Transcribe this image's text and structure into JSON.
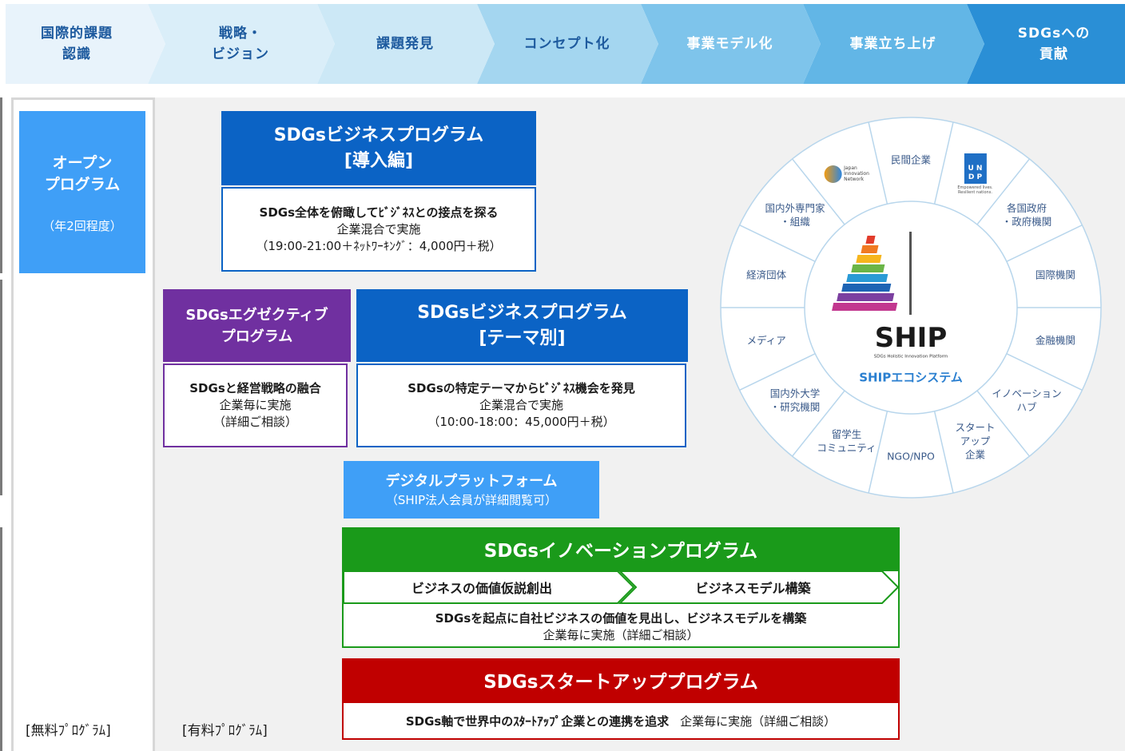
{
  "steps": [
    {
      "label": "国際的課題\n認識",
      "color": "#e8f3fb",
      "text_color": "#1d5a9e"
    },
    {
      "label": "戦略・\nビジョン",
      "color": "#daeef9",
      "text_color": "#1d5a9e"
    },
    {
      "label": "課題発見",
      "color": "#cce8f6",
      "text_color": "#1d5a9e"
    },
    {
      "label": "コンセプト化",
      "color": "#a4d6f0",
      "text_color": "#1d5a9e"
    },
    {
      "label": "事業モデル化",
      "color": "#7ec4eb",
      "text_color": "#ffffff"
    },
    {
      "label": "事業立ち上げ",
      "color": "#62b6e6",
      "text_color": "#ffffff"
    },
    {
      "label": "SDGsへの\n貢献",
      "color": "#2a8fd6",
      "text_color": "#ffffff"
    }
  ],
  "open_program": {
    "title": "オープン\nプログラム",
    "subtitle": "（年2回程度）"
  },
  "footers": {
    "free": "[無料ﾌﾟﾛｸﾞﾗﾑ]",
    "paid": "[有料ﾌﾟﾛｸﾞﾗﾑ]"
  },
  "intro": {
    "title": "SDGsビジネスプログラム\n[導入編]",
    "bold": "SDGs全体を俯瞰してﾋﾞｼﾞﾈｽとの接点を探る",
    "line2": "企業混合で実施",
    "line3": "（19:00-21:00＋ﾈｯﾄﾜｰｷﾝｸﾞ：4,000円＋税）"
  },
  "executive": {
    "title": "SDGsエグゼクティブ\nプログラム",
    "bold": "SDGsと経営戦略の融合",
    "line2": "企業毎に実施",
    "line3": "（詳細ご相談）"
  },
  "theme": {
    "title": "SDGsビジネスプログラム\n[テーマ別]",
    "bold": "SDGsの特定テーマからﾋﾞｼﾞﾈｽ機会を発見",
    "line2": "企業混合で実施",
    "line3": "（10:00-18:00：45,000円＋税）"
  },
  "digital": {
    "title": "デジタルプラットフォーム",
    "sub": "（SHIP法人会員が詳細閲覧可）"
  },
  "innovation": {
    "title": "SDGsイノベーションプログラム",
    "step1": "ビジネスの価値仮説創出",
    "step2": "ビジネスモデル構築",
    "bold": "SDGsを起点に自社ビジネスの価値を見出し、ビジネスモデルを構築",
    "line2": "企業毎に実施（詳細ご相談）"
  },
  "startup": {
    "title": "SDGsスタートアッププログラム",
    "bold": "SDGs軸で世界中のｽﾀｰﾄｱｯﾌﾟ企業との連携を追求",
    "line2": "企業毎に実施（詳細ご相談）"
  },
  "ecosystem": {
    "center_logo": "SHIP",
    "center_tagline": "SDGs Holistic Innovation Platform",
    "center_caption": "SHIPエコシステム",
    "jin_logo": "Japan\nInnovation\nNetwork",
    "undp_logo": "U N\nD P",
    "undp_tagline": "Empowered lives.\nResilient nations.",
    "segments": [
      "民間企業",
      "各国政府\n・政府機関",
      "国際機関",
      "金融機関",
      "イノベーション\nハブ",
      "スタート\nアップ\n企業",
      "NGO/NPO",
      "留学生\nコミュニティ",
      "国内外大学\n・研究機関",
      "メディア",
      "経済団体",
      "国内外専門家\n・組織"
    ]
  },
  "colors": {
    "blue_dark": "#0b63c5",
    "purple": "#7030a0",
    "blue_light": "#3f9ff7",
    "green": "#1a9a1a",
    "red": "#c00000"
  }
}
